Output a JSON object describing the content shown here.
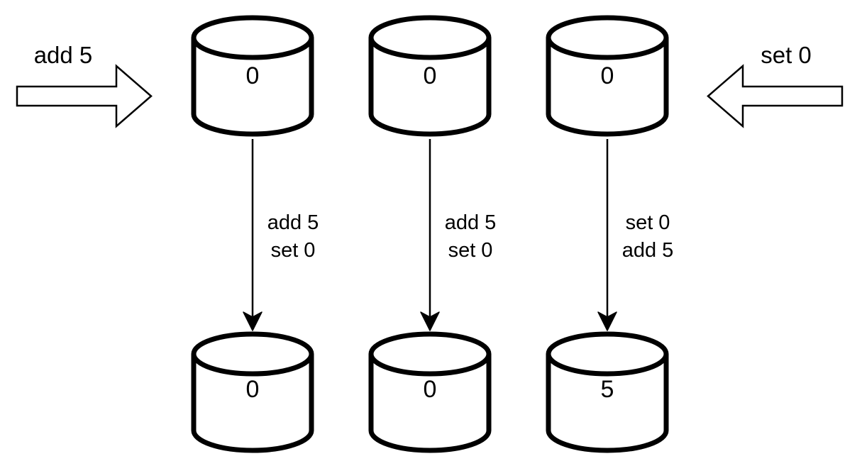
{
  "diagram": {
    "background_color": "#ffffff",
    "stroke_color": "#000000",
    "fill_color": "#ffffff",
    "incoming_left": {
      "label": "add 5",
      "direction": "right"
    },
    "incoming_right": {
      "label": "set 0",
      "direction": "left"
    },
    "columns": [
      {
        "top_value": "0",
        "ops": [
          "add 5",
          "set 0"
        ],
        "bottom_value": "0"
      },
      {
        "top_value": "0",
        "ops": [
          "add 5",
          "set 0"
        ],
        "bottom_value": "0"
      },
      {
        "top_value": "0",
        "ops": [
          "set 0",
          "add 5"
        ],
        "bottom_value": "5"
      }
    ]
  }
}
